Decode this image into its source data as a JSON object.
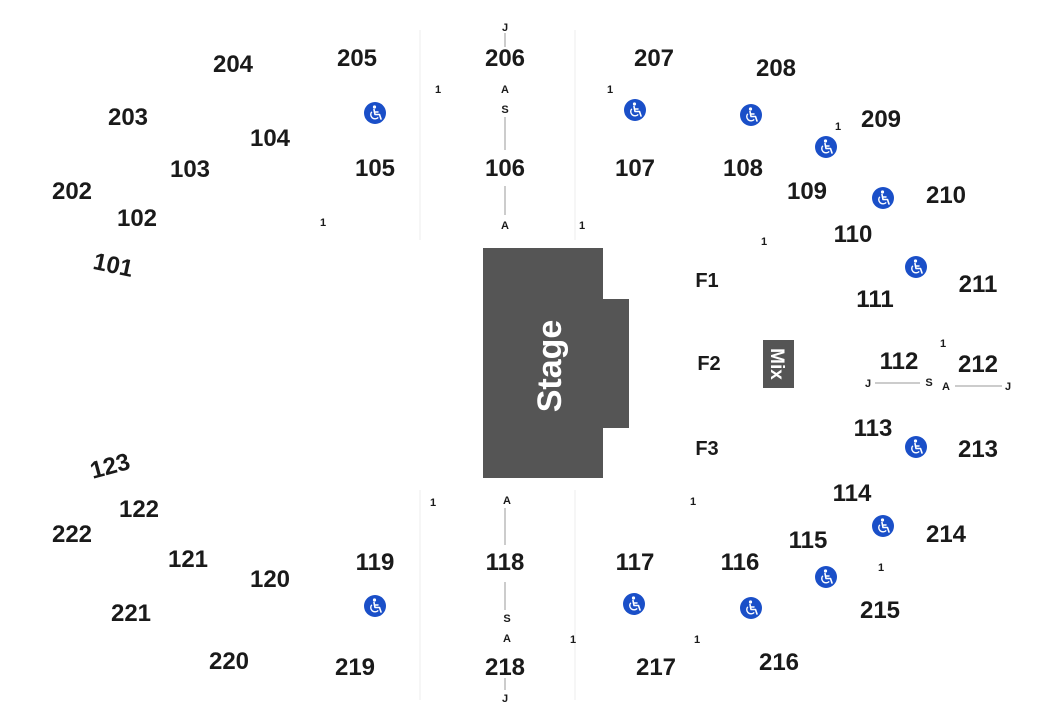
{
  "stage": {
    "label": "Stage"
  },
  "mix": {
    "label": "Mix"
  },
  "floor_sections": {
    "f1": "F1",
    "f2": "F2",
    "f3": "F3"
  },
  "sections_upper": {
    "s201_left_top": "204",
    "s205": "205",
    "s206": "206",
    "s207": "207",
    "s208": "208",
    "s209": "209",
    "s210": "210",
    "s211": "211",
    "s212": "212",
    "s213": "213",
    "s214": "214",
    "s215": "215",
    "s216": "216",
    "s217": "217",
    "s218": "218",
    "s219": "219",
    "s220": "220",
    "s221": "221",
    "s222": "222",
    "s203": "203",
    "s202": "202"
  },
  "sections_lower": {
    "s101": "101",
    "s102": "102",
    "s103": "103",
    "s104": "104",
    "s105": "105",
    "s106": "106",
    "s107": "107",
    "s108": "108",
    "s109": "109",
    "s110": "110",
    "s111": "111",
    "s112": "112",
    "s113": "113",
    "s114": "114",
    "s115": "115",
    "s116": "116",
    "s117": "117",
    "s118": "118",
    "s119": "119",
    "s120": "120",
    "s121": "121",
    "s122": "122",
    "s123": "123"
  },
  "row_labels": {
    "j": "J",
    "a": "A",
    "s": "S",
    "one": "1"
  },
  "colors": {
    "stage": "#555555",
    "mix": "#555555",
    "accessible": "#1a4fc8"
  },
  "icons": {
    "accessible": "wheelchair-icon"
  }
}
